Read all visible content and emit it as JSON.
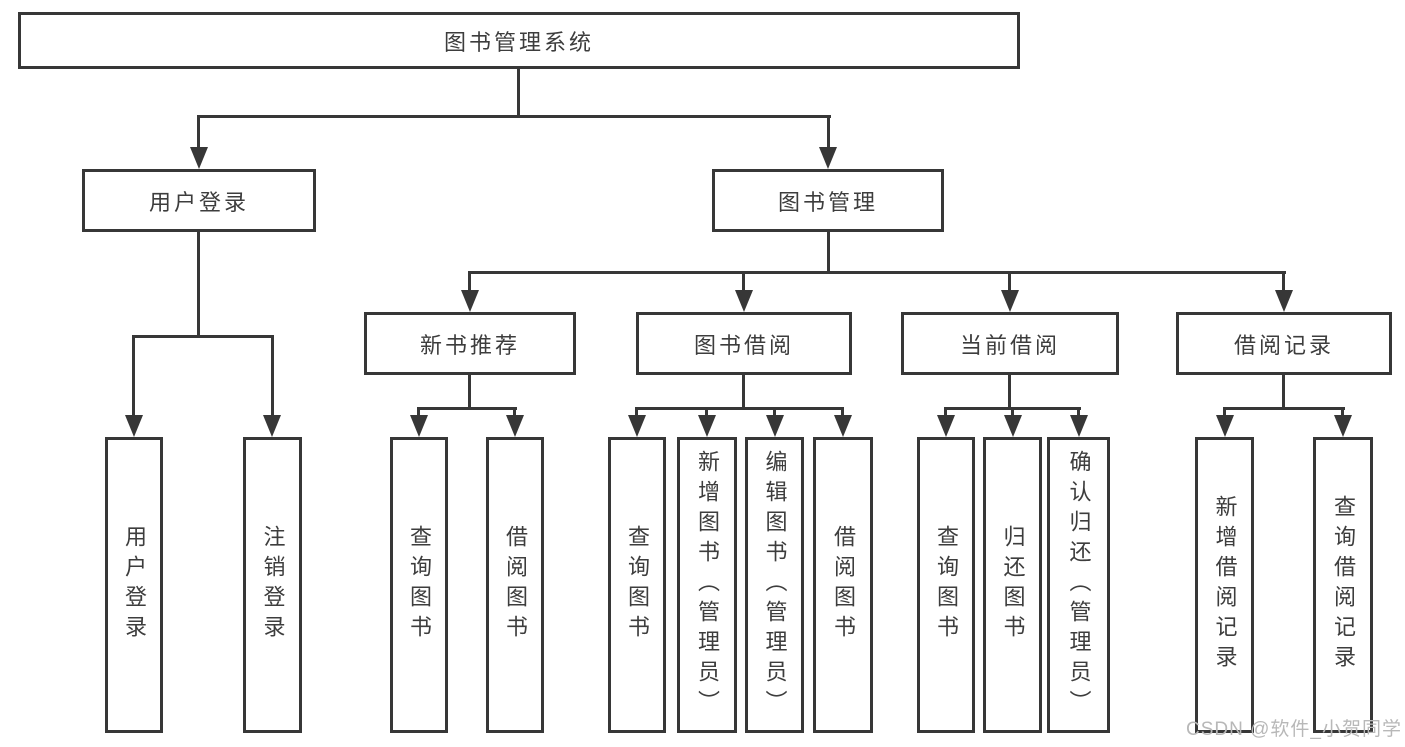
{
  "diagram": {
    "title_node": {
      "label": "图书管理系统"
    },
    "level2": [
      {
        "label": "用户登录"
      },
      {
        "label": "图书管理"
      }
    ],
    "level3": [
      {
        "label": "新书推荐"
      },
      {
        "label": "图书借阅"
      },
      {
        "label": "当前借阅"
      },
      {
        "label": "借阅记录"
      }
    ],
    "leaves": [
      {
        "label": "用户登录"
      },
      {
        "label": "注销登录"
      },
      {
        "label": "查询图书"
      },
      {
        "label": "借阅图书"
      },
      {
        "label": "查询图书"
      },
      {
        "label": "新增图书（管理员）"
      },
      {
        "label": "编辑图书（管理员）"
      },
      {
        "label": "借阅图书"
      },
      {
        "label": "查询图书"
      },
      {
        "label": "归还图书"
      },
      {
        "label": "确认归还（管理员）"
      },
      {
        "label": "新增借阅记录"
      },
      {
        "label": "查询借阅记录"
      }
    ]
  },
  "watermark": {
    "text": "CSDN @软件_小贺同学"
  },
  "colors": {
    "line": "#373737",
    "text": "#3d3d3d",
    "watermark": "#b8b8b8",
    "background": "#ffffff"
  }
}
